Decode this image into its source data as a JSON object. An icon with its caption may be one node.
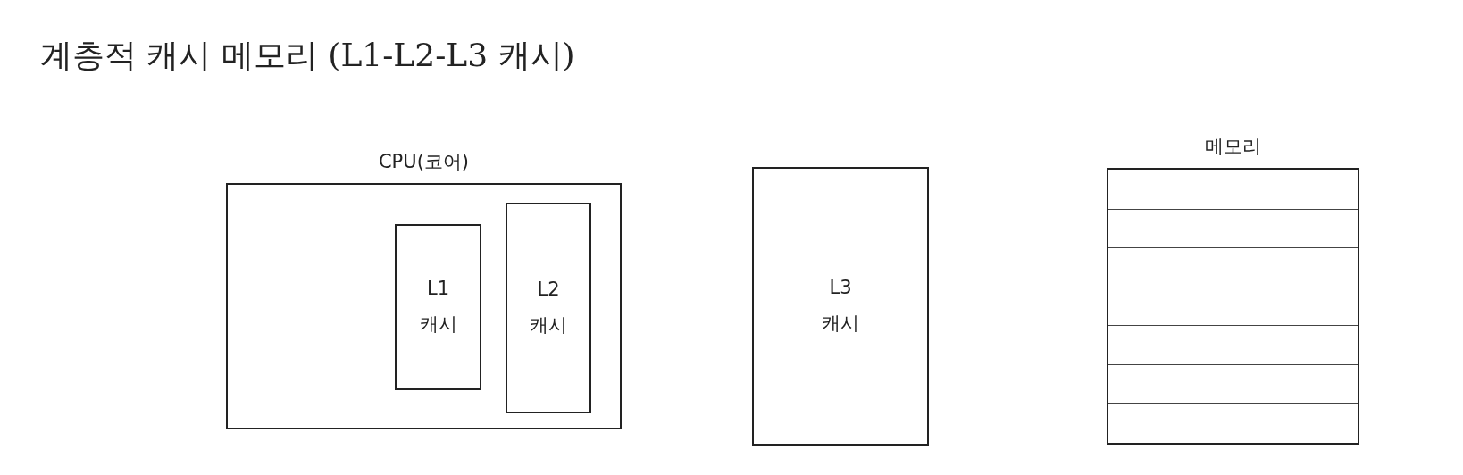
{
  "diagram": {
    "title": "계층적 캐시 메모리 (L1-L2-L3 캐시)",
    "nodes": [
      {
        "text": [
          "CPU(코어)"
        ]
      },
      {
        "text": [
          "L1 캐시"
        ],
        "in": 0
      },
      {
        "text": [
          "L2 캐시"
        ],
        "in": 0
      },
      {
        "text": [
          "L3 캐시"
        ]
      },
      {
        "text": [
          "메모리"
        ]
      }
    ]
  }
}
